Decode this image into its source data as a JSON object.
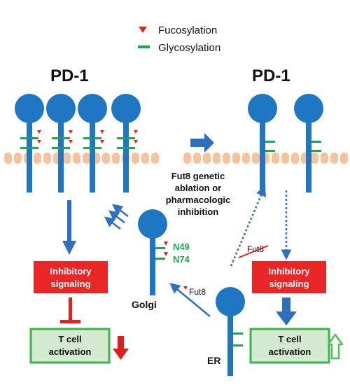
{
  "legend": {
    "fucosylation": "Fucosylation",
    "glycosylation": "Glycosylation"
  },
  "left_title": "PD-1",
  "right_title": "PD-1",
  "center_text": [
    "Fut8 genetic",
    "ablation or",
    "pharmacologic",
    "inhibition"
  ],
  "n_sites": [
    "N49",
    "N74"
  ],
  "golgi": "Golgi",
  "er": "ER",
  "fut8": "Fut8",
  "fut8_struck": "Fut8",
  "inhibitory_left": [
    "Inhibitory",
    "signaling"
  ],
  "inhibitory_right": [
    "Inhibitory",
    "signaling"
  ],
  "tcell_left": [
    "T cell",
    "activation"
  ],
  "tcell_right": [
    "T cell",
    "activation"
  ],
  "colors": {
    "protein": "#1f77c4",
    "membrane": "#f6b98c",
    "fucose": "#e2241c",
    "glycan": "#1faa48",
    "inhibitory_fill": "#e82626",
    "tcell_fill": "#d4ead0",
    "tcell_border": "#3ab54a",
    "arrow_blue": "#2e6fbf",
    "arrow_down_red": "#e01e1e",
    "arrow_up_green": "#4cc44c"
  }
}
